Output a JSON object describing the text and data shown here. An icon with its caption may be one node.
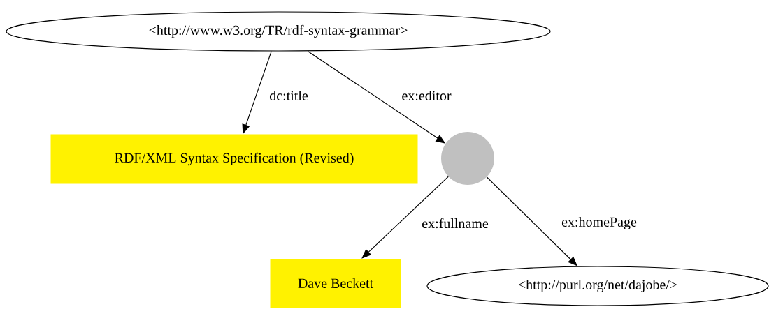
{
  "diagram": {
    "nodes": [
      {
        "text": [
          "<http://www.w3.org/TR/rdf-syntax-grammar>"
        ]
      },
      {
        "text": [
          "RDF/XML Syntax Specification (Revised)"
        ]
      },
      {
        "text": [],
        "shape": "circle"
      },
      {
        "text": [
          "Dave Beckett"
        ]
      },
      {
        "text": [
          "<http://purl.org/net/dajobe/>"
        ]
      }
    ],
    "edges": [
      {
        "from": 0,
        "to": 1,
        "arrow": "to",
        "label": "dc:title"
      },
      {
        "from": 0,
        "to": 2,
        "arrow": "to",
        "label": "ex:editor"
      },
      {
        "from": 2,
        "to": 3,
        "arrow": "to",
        "label": "ex:fullname"
      },
      {
        "from": 2,
        "to": 4,
        "arrow": "to",
        "label": "ex:homePage"
      }
    ]
  }
}
